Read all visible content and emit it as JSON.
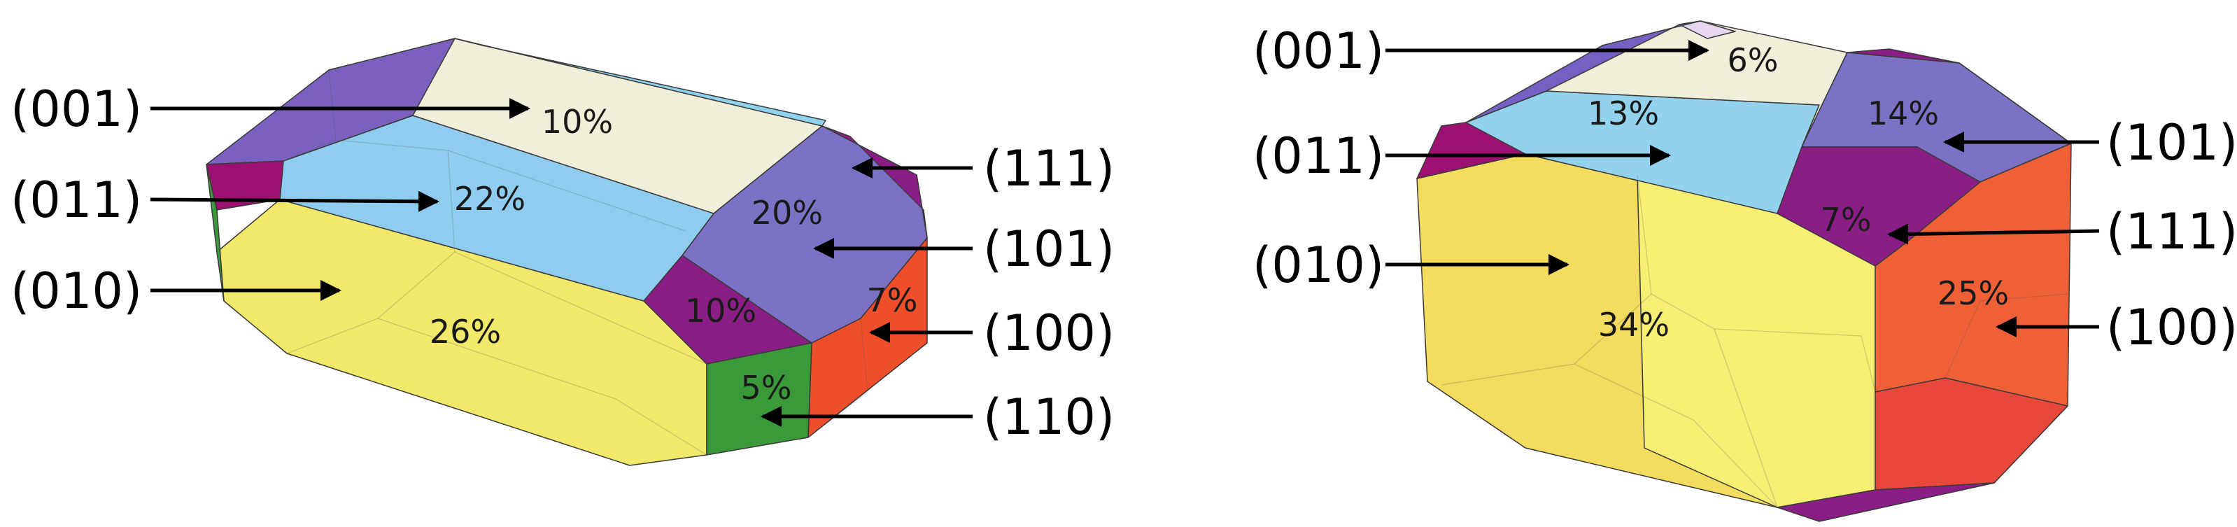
{
  "colors": {
    "f001": "#f1efd9",
    "f011": "#8fcdf0",
    "f010": "#f2e86a",
    "f101": "#7b72c6",
    "f111": "#8b1d86",
    "f100": "#ee4f2a",
    "f110": "#3a9a3a",
    "f111_left": "#7b1e74"
  },
  "left_crystal": {
    "labels": {
      "l001": "(001)",
      "l011": "(011)",
      "l010": "(010)",
      "l111": "(111)",
      "l101": "(101)",
      "l100": "(100)",
      "l110": "(110)"
    },
    "percents": {
      "p001": "10%",
      "p011": "22%",
      "p010": "26%",
      "p101": "20%",
      "p111": "10%",
      "p100": "7%",
      "p110": "5%"
    }
  },
  "right_crystal": {
    "labels": {
      "l001": "(001)",
      "l011": "(011)",
      "l010": "(010)",
      "l101": "(101)",
      "l111": "(111)",
      "l100": "(100)"
    },
    "percents": {
      "p001": "6%",
      "p011": "13%",
      "p101": "14%",
      "p111": "7%",
      "p010": "34%",
      "p100": "25%"
    }
  }
}
